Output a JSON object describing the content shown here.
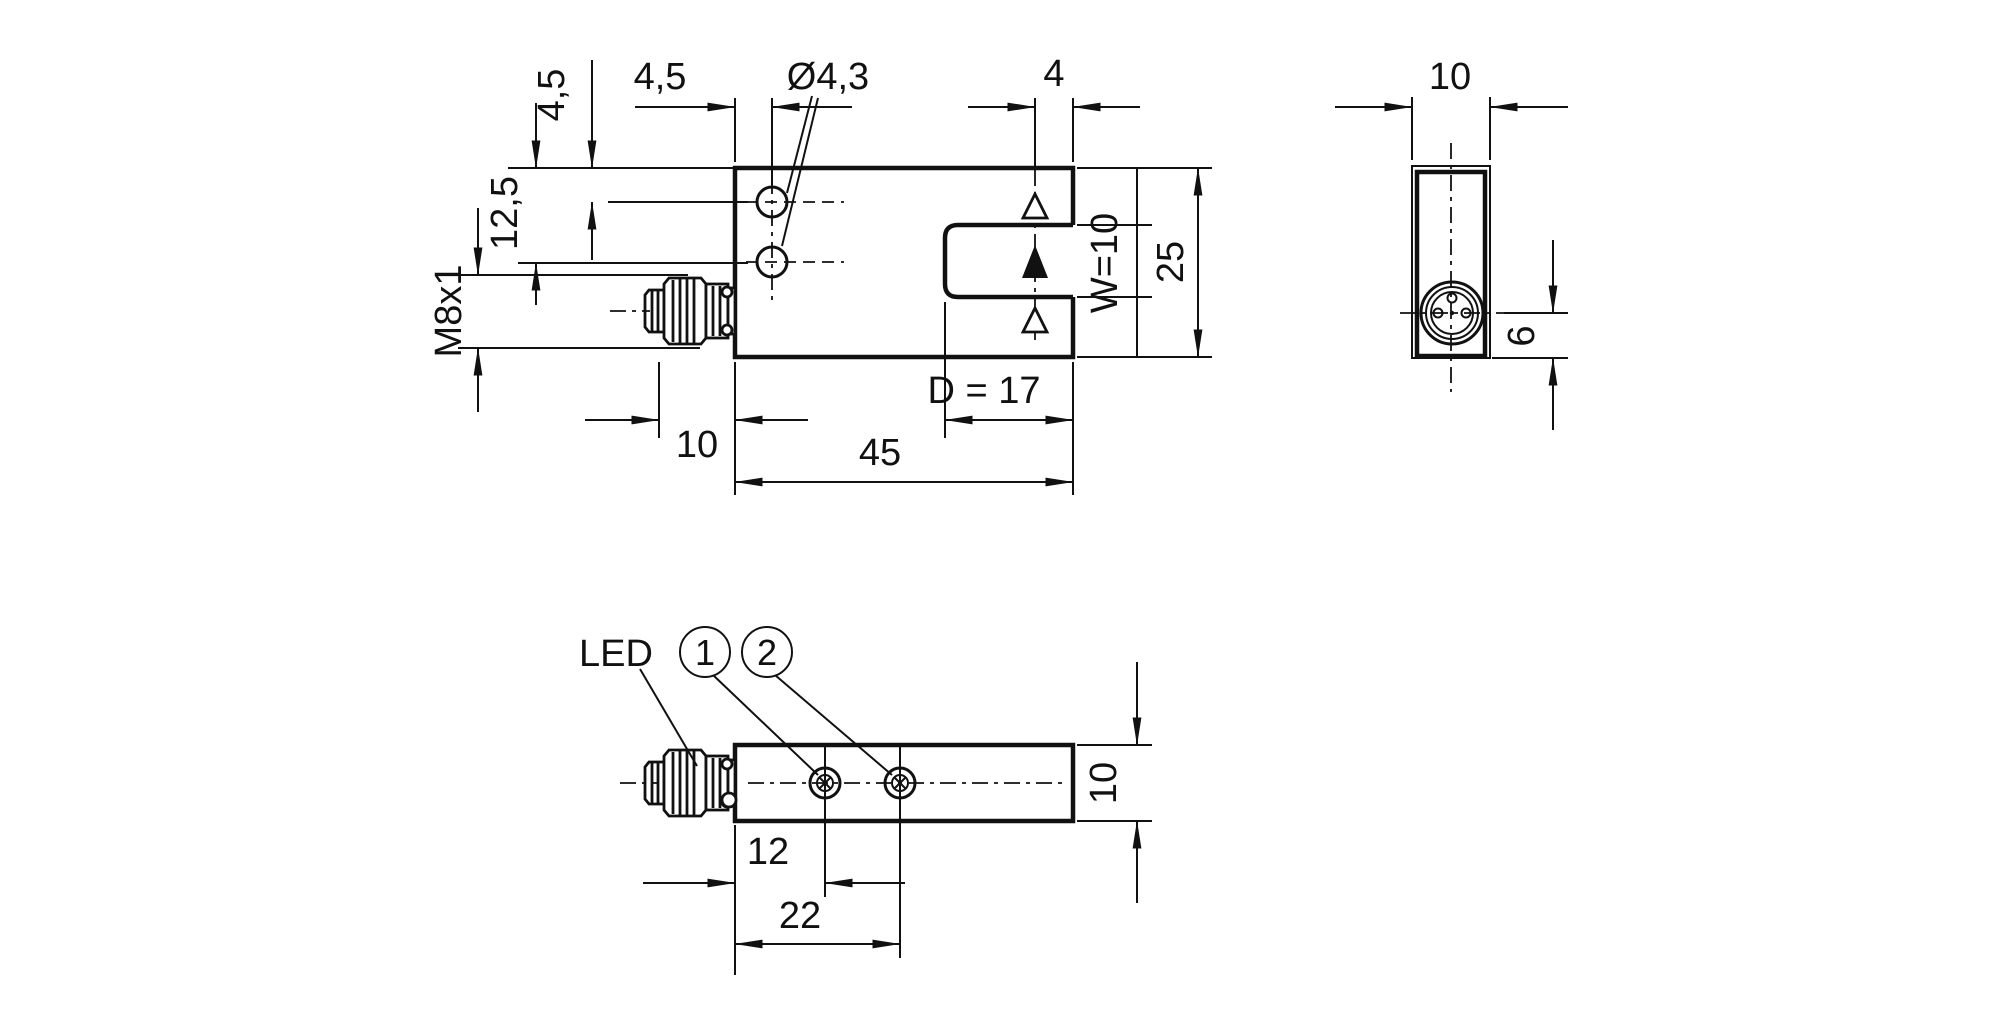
{
  "drawing": {
    "background": "#ffffff",
    "line_color": "#111111",
    "front_view": {
      "dim_hole1_from_top": "4,5",
      "dim_hole_from_left": "4,5",
      "dim_hole_diameter": "Ø4,3",
      "dim_axis_to_edge": "4",
      "dim_hole2_from_top": "12,5",
      "thread_label": "M8x1",
      "dim_slot_width": "W=10",
      "dim_height": "25",
      "dim_slot_depth": "D = 17",
      "dim_connector_length": "10",
      "dim_length": "45"
    },
    "side_view": {
      "dim_width": "10",
      "dim_connector_offset": "6"
    },
    "bottom_view": {
      "led_label": "LED",
      "callout_1": "1",
      "callout_2": "2",
      "dim_led1_from_left": "12",
      "dim_led2_from_left": "22",
      "dim_thickness": "10"
    }
  }
}
